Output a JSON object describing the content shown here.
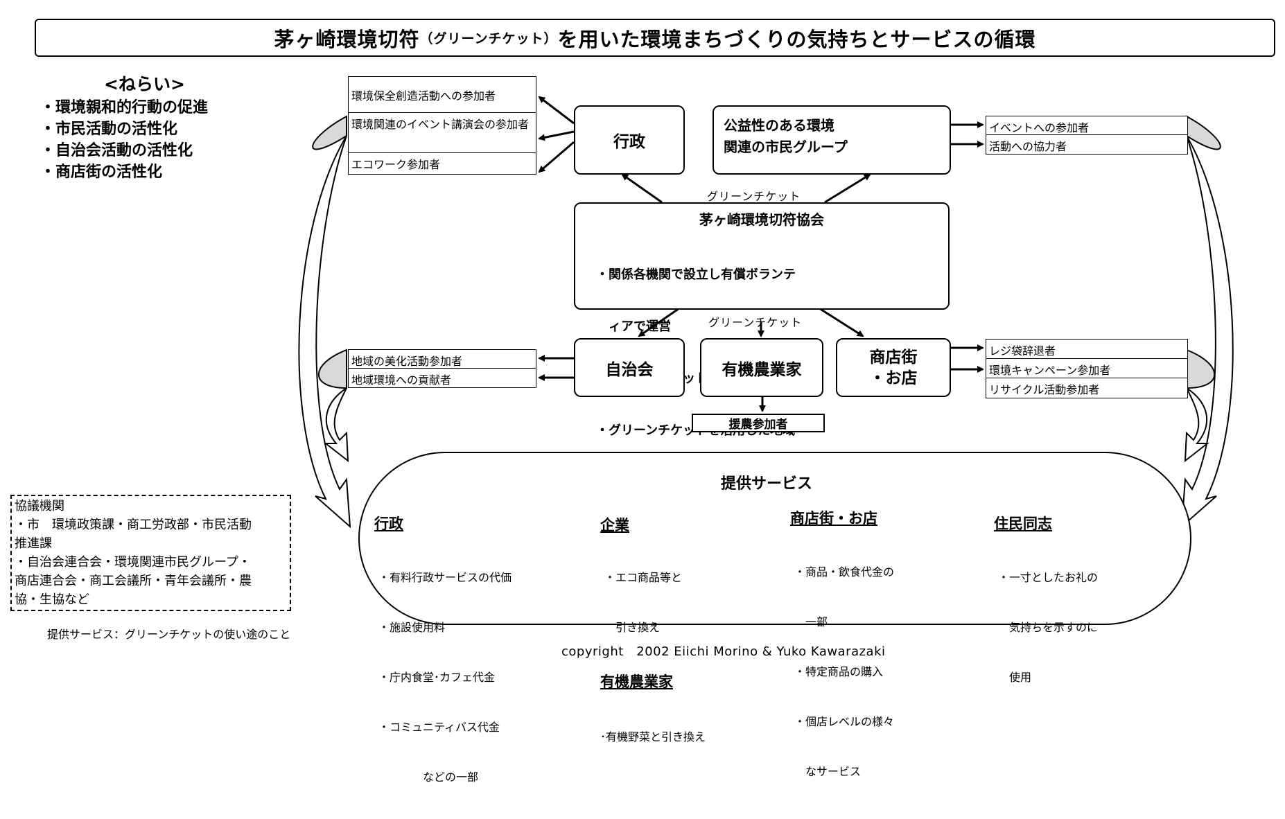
{
  "title": {
    "main_a": "茅ヶ崎環境切符",
    "paren": "（グリーンチケット）",
    "main_b": "を用いた環境まちづくりの気持ちとサービスの循環"
  },
  "aims": {
    "heading": "<ねらい>",
    "items": [
      "・環境親和的行動の促進",
      "・市民活動の活性化",
      "・自治会活動の活性化",
      "・商店街の活性化"
    ]
  },
  "gyosei": {
    "label": "行政",
    "participants": [
      "環境保全創造活動への参加者",
      "環境関連のイベント講演会の参加者",
      "エコワーク参加者"
    ]
  },
  "citizen_group": {
    "label_line1": "公益性のある環境",
    "label_line2": "関連の市民グループ",
    "participants": [
      "イベントへの参加者",
      "活動への協力者"
    ]
  },
  "green_ticket_label": "グリーンチケット",
  "association": {
    "label": "茅ヶ崎環境切符協会",
    "lines": [
      "・関係各機関で設立し有償ボランテ",
      "　ィアで運営",
      "・グリーンチケットの貸し出し管理",
      "・グリーンチケットを活用した地域"
    ]
  },
  "jichikai": {
    "label": "自治会",
    "participants": [
      "地域の美化活動参加者",
      "地域環境への貢献者"
    ]
  },
  "organic_farmer": {
    "label": "有機農業家",
    "participant": "援農参加者"
  },
  "shops": {
    "label_line1": "商店街",
    "label_line2": "・お店",
    "participants": [
      "レジ袋辞退者",
      "環境キャンペーン参加者",
      "リサイクル活動参加者"
    ]
  },
  "services": {
    "heading": "提供サービス",
    "gyosei": {
      "title": "行政",
      "items": [
        "・有料行政サービスの代価",
        "・施設使用料",
        "・庁内食堂･カフェ代金",
        "・コミュニティバス代金",
        "　　　　などの一部"
      ]
    },
    "kigyo": {
      "title": "企業",
      "items": [
        "・エコ商品等と",
        "　引き換え"
      ]
    },
    "yuki": {
      "title": "有機農業家",
      "items": [
        "･有機野菜と引き換え"
      ]
    },
    "shoten": {
      "title": "商店街・お店",
      "items": [
        "・商品・飲食代金の",
        "　一部",
        "・特定商品の購入",
        "・個店レベルの様々",
        "　なサービス"
      ]
    },
    "jumin": {
      "title": "住民同志",
      "items": [
        "・一寸としたお礼の",
        "　気持ちを示すのに",
        "　使用"
      ]
    }
  },
  "council": {
    "lines": [
      "協議機関",
      "・市　環境政策課・商工労政部・市民活動",
      "推進課",
      "・自治会連合会・環境関連市民グループ・",
      "商店連合会・商工会議所・青年会議所・農",
      "協・生協など"
    ]
  },
  "note": "提供サービス：グリーンチケットの使い途のこと",
  "copyright": "copyright　2002 Eiichi Morino & Yuko Kawarazaki"
}
